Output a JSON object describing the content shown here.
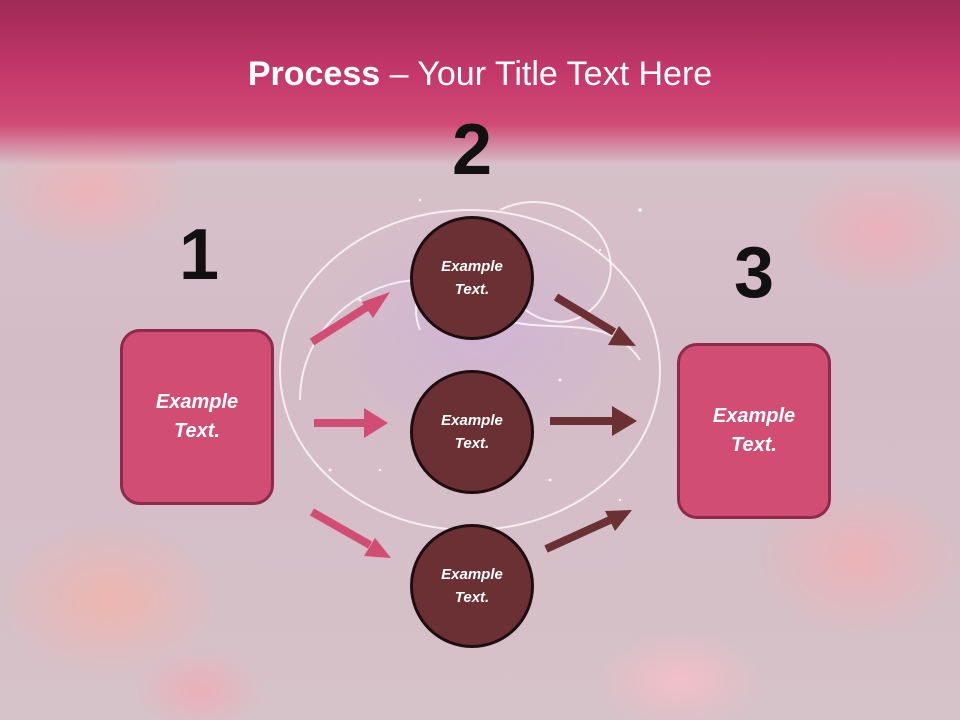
{
  "title": {
    "bold": "Process",
    "rest": " – Your Title Text Here"
  },
  "steps": [
    {
      "number": "1"
    },
    {
      "number": "2"
    },
    {
      "number": "3"
    }
  ],
  "left_box": {
    "text": "Example Text."
  },
  "right_box": {
    "text": "Example Text."
  },
  "circles": [
    {
      "text": "Example Text."
    },
    {
      "text": "Example Text."
    },
    {
      "text": "Example Text."
    }
  ],
  "colors": {
    "header": "#c4386a",
    "box_fill": "#d14d74",
    "box_border": "#8e2a4b",
    "circle_fill": "#6b3033",
    "arrow_pink": "#d14d74",
    "arrow_dark": "#6b3033"
  }
}
